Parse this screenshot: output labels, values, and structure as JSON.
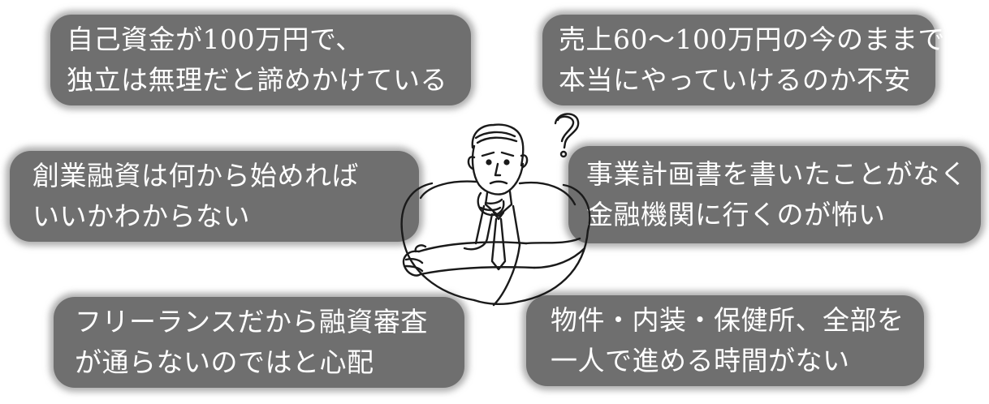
{
  "concerns": [
    {
      "lines": [
        "自己資金が100万円で、",
        "独立は無理だと諦めかけている"
      ]
    },
    {
      "lines": [
        "売上60〜100万円の今のままで",
        "本当にやっていけるのか不安"
      ]
    },
    {
      "lines": [
        "創業融資は何から始めれば",
        "いいかわからない"
      ]
    },
    {
      "lines": [
        "事業計画書を書いたことがなく",
        "金融機関に行くのが怖い"
      ]
    },
    {
      "lines": [
        "フリーランスだから融資審査",
        "が通らないのではと心配"
      ]
    },
    {
      "lines": [
        "物件・内装・保健所、全部を",
        "一人で進める時間がない"
      ]
    }
  ],
  "illustration": {
    "icon": "worried-man-icon",
    "symbol": "question-mark-icon"
  },
  "colors": {
    "bubble": "#6f6f6f",
    "text": "#ffffff",
    "line_art": "#1a1a1a"
  }
}
